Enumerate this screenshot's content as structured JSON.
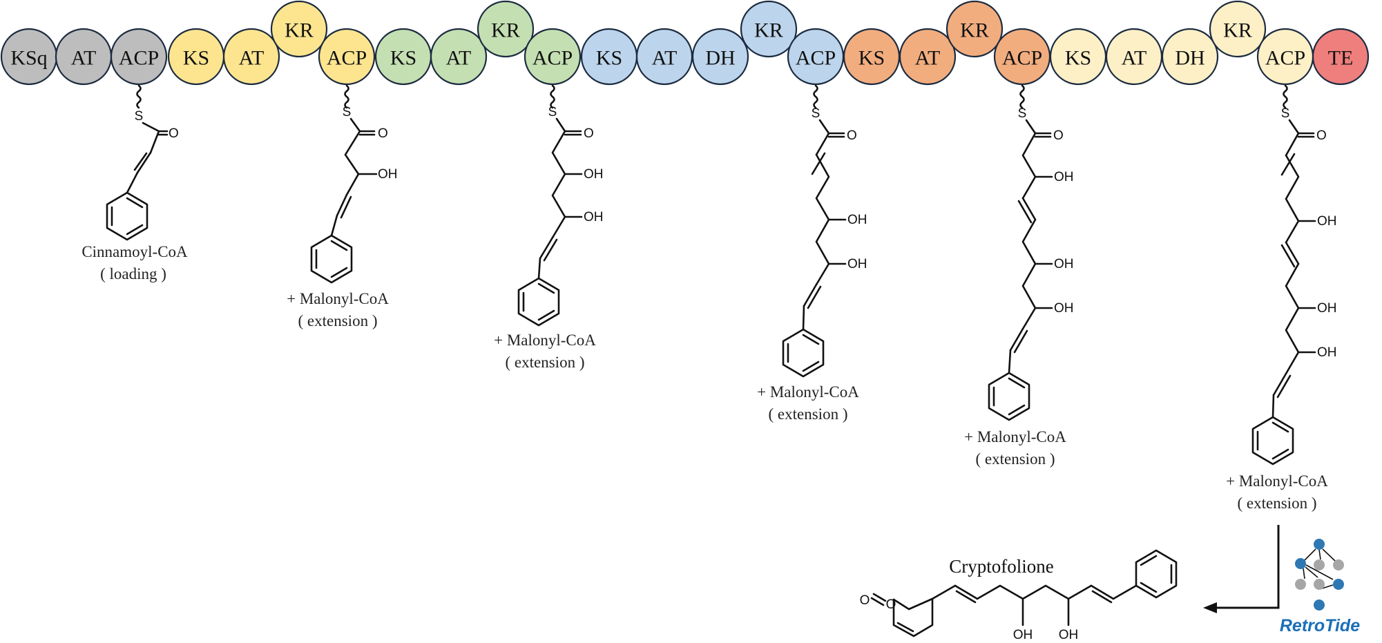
{
  "colors": {
    "loading": "#bdbdbd",
    "module1": "#fde590",
    "module2": "#c4dfb2",
    "module3": "#bcd5ec",
    "module4": "#f2ad7f",
    "module5": "#fdf0c6",
    "te": "#ef7f7d",
    "brand": "#1a6fb8",
    "node_blue": "#2e78b3",
    "node_grey": "#a6a6a6"
  },
  "modules": [
    {
      "name": "loading",
      "domains": [
        "KSq",
        "AT",
        "ACP"
      ]
    },
    {
      "name": "module1",
      "domains": [
        "KS",
        "AT",
        "KR",
        "ACP"
      ]
    },
    {
      "name": "module2",
      "domains": [
        "KS",
        "AT",
        "KR",
        "ACP"
      ]
    },
    {
      "name": "module3",
      "domains": [
        "KS",
        "AT",
        "DH",
        "KR",
        "ACP"
      ]
    },
    {
      "name": "module4",
      "domains": [
        "KS",
        "AT",
        "KR",
        "ACP"
      ]
    },
    {
      "name": "module5",
      "domains": [
        "KS",
        "AT",
        "DH",
        "KR",
        "ACP"
      ]
    },
    {
      "name": "te",
      "domains": [
        "TE"
      ]
    }
  ],
  "atoms": {
    "sulfur": "S",
    "oxygen": "O",
    "hydroxyl": "OH"
  },
  "captions": [
    {
      "line1": "Cinnamoyl-CoA",
      "line2": "( loading )"
    },
    {
      "line1": "+ Malonyl-CoA",
      "line2": "( extension )"
    },
    {
      "line1": "+ Malonyl-CoA",
      "line2": "( extension )"
    },
    {
      "line1": "+ Malonyl-CoA",
      "line2": "( extension )"
    },
    {
      "line1": "+ Malonyl-CoA",
      "line2": "( extension )"
    },
    {
      "line1": "+ Malonyl-CoA",
      "line2": "( extension )"
    }
  ],
  "product": {
    "name": "Cryptofolione"
  },
  "brand": {
    "name": "RetroTide"
  }
}
